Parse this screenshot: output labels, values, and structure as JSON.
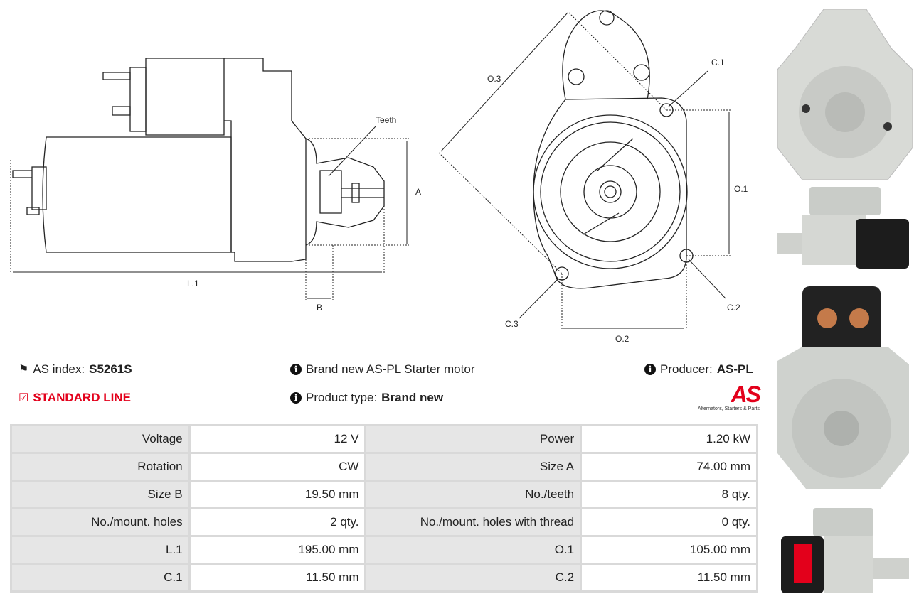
{
  "diagram": {
    "side_labels": {
      "teeth": "Teeth",
      "a": "A",
      "l1": "L.1",
      "b": "B"
    },
    "front_labels": {
      "o3": "O.3",
      "c1": "C.1",
      "o1": "O.1",
      "c2": "C.2",
      "c3": "C.3",
      "o2": "O.2"
    }
  },
  "info": {
    "as_index_label": "AS index:",
    "as_index_value": "S5261S",
    "line": "STANDARD LINE",
    "description": "Brand new AS-PL Starter motor",
    "product_type_label": "Product type:",
    "product_type_value": "Brand new",
    "producer_label": "Producer:",
    "producer_value": "AS-PL",
    "logo_text": "AS",
    "logo_tagline": "Alternators, Starters & Parts"
  },
  "specs": [
    [
      "Voltage",
      "12 V",
      "Power",
      "1.20 kW"
    ],
    [
      "Rotation",
      "CW",
      "Size A",
      "74.00 mm"
    ],
    [
      "Size B",
      "19.50 mm",
      "No./teeth",
      "8 qty."
    ],
    [
      "No./mount. holes",
      "2 qty.",
      "No./mount. holes with thread",
      "0 qty."
    ],
    [
      "L.1",
      "195.00 mm",
      "O.1",
      "105.00 mm"
    ],
    [
      "C.1",
      "11.50 mm",
      "C.2",
      "11.50 mm"
    ]
  ]
}
